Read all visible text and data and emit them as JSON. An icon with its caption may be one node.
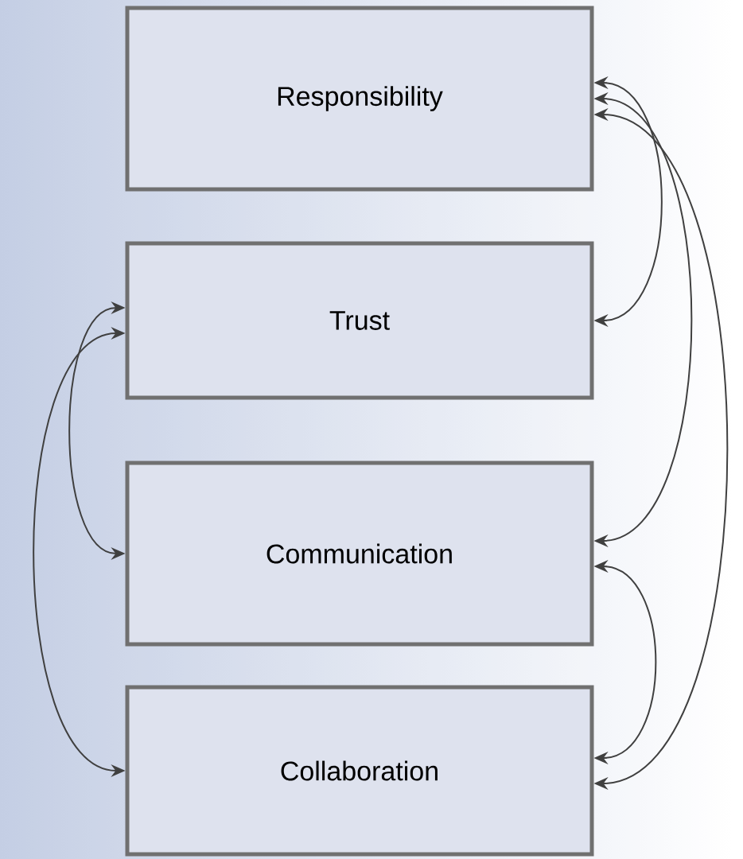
{
  "diagram": {
    "nodes": [
      {
        "text": [
          "Responsibility"
        ]
      },
      {
        "text": [
          "Trust"
        ]
      },
      {
        "text": [
          "Communication"
        ]
      },
      {
        "text": [
          "Collaboration"
        ]
      }
    ],
    "edges": [
      {
        "from": 0,
        "to": 1,
        "arrow": "both"
      },
      {
        "from": 0,
        "to": 2,
        "arrow": "both"
      },
      {
        "from": 0,
        "to": 3,
        "arrow": "both"
      },
      {
        "from": 2,
        "to": 3,
        "arrow": "both"
      },
      {
        "from": 1,
        "to": 2,
        "arrow": "both"
      },
      {
        "from": 1,
        "to": 3,
        "arrow": "both"
      }
    ]
  }
}
